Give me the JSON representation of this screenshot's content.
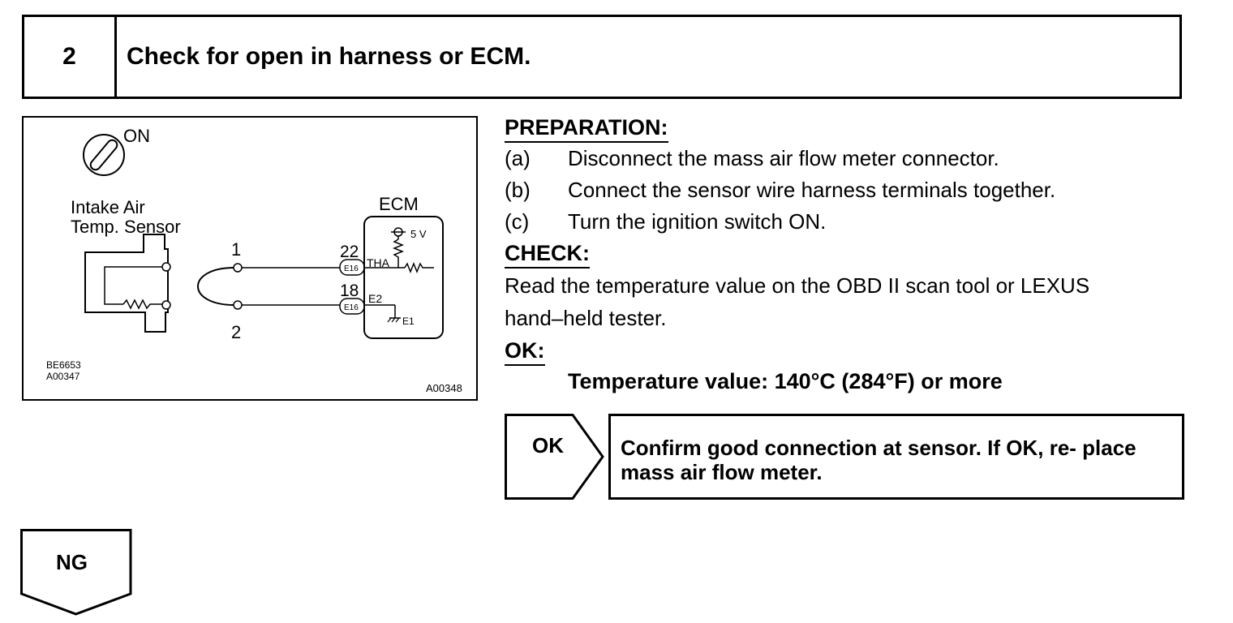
{
  "step": {
    "number": "2",
    "title": "Check for open in harness or ECM."
  },
  "diagram": {
    "ignition_label": "ON",
    "sensor_label_line1": "Intake Air",
    "sensor_label_line2": "Temp. Sensor",
    "ecm_label": "ECM",
    "voltage_label": "5 V",
    "pin1": "1",
    "pin2": "2",
    "pin22": "22",
    "pin18": "18",
    "connector_top": "E16",
    "connector_bottom": "E16",
    "tha_label": "THA",
    "e2_label": "E2",
    "e1_label": "E1",
    "code_1": "BE6653",
    "code_2": "A00347",
    "figure_code": "A00348"
  },
  "preparation": {
    "heading": "PREPARATION:",
    "items": [
      {
        "letter": "(a)",
        "text": "Disconnect the mass air flow meter connector."
      },
      {
        "letter": "(b)",
        "text": "Connect the sensor wire harness terminals together."
      },
      {
        "letter": "(c)",
        "text": "Turn the ignition switch ON."
      }
    ]
  },
  "check": {
    "heading": "CHECK:",
    "line1": "Read the temperature value on the OBD II scan tool or LEXUS",
    "line2": "hand–held tester."
  },
  "ok": {
    "heading": "OK:",
    "spec": "Temperature value: 140°C (284°F) or more"
  },
  "result_ok": {
    "tag": "OK",
    "text": "Confirm good connection at sensor. If OK, re- place mass air flow meter."
  },
  "result_ng": {
    "tag": "NG"
  }
}
